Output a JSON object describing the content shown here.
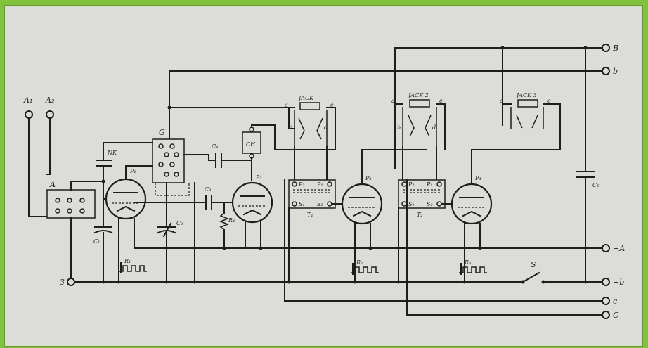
{
  "diagram": {
    "antenna_labels": [
      "A₁",
      "A₂"
    ],
    "ground_label": "3",
    "right_terminals": [
      "B",
      "b",
      "+A",
      "+b",
      "c",
      "C"
    ],
    "components": {
      "variometer": "A",
      "grid_coil": "G",
      "nk": "NK",
      "choke": "CH",
      "condensers": [
        "C₁",
        "C₂",
        "C₃",
        "C₄",
        "C₅"
      ],
      "grid_leak": "R₄",
      "rheostats": [
        "R₁",
        "R₂",
        "R₃"
      ],
      "transformers": [
        "T₁",
        "T₂"
      ],
      "tubes": [
        "P₁",
        "P₂",
        "P₃",
        "P₄"
      ],
      "jacks": [
        "JACK",
        "JACK 2",
        "JACK 3"
      ],
      "switch": "S"
    },
    "jack_pins": [
      "a",
      "c",
      "b",
      "d"
    ],
    "transformer_pins": [
      "P₁",
      "P₂",
      "S₁",
      "S₂"
    ]
  }
}
